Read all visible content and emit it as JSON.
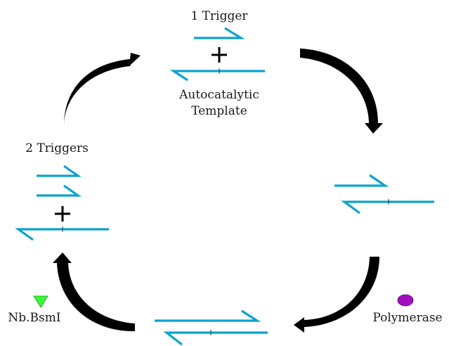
{
  "diagram": {
    "title": "",
    "labels": {
      "one_trigger": "1 Trigger",
      "template_line1": "Autocatalytic",
      "template_line2": "Template",
      "two_triggers": "2 Triggers",
      "nicking_enzyme": "Nb.BsmI",
      "polymerase": "Polymerase"
    },
    "colors": {
      "dna_strand": "#0aa3cc",
      "arrow": "#000000",
      "nicking_enzyme_marker": "#33ff33",
      "polymerase_marker": "#a00fbf"
    },
    "icons": {
      "nicking_enzyme": "green-down-triangle",
      "polymerase": "purple-ellipse"
    }
  }
}
